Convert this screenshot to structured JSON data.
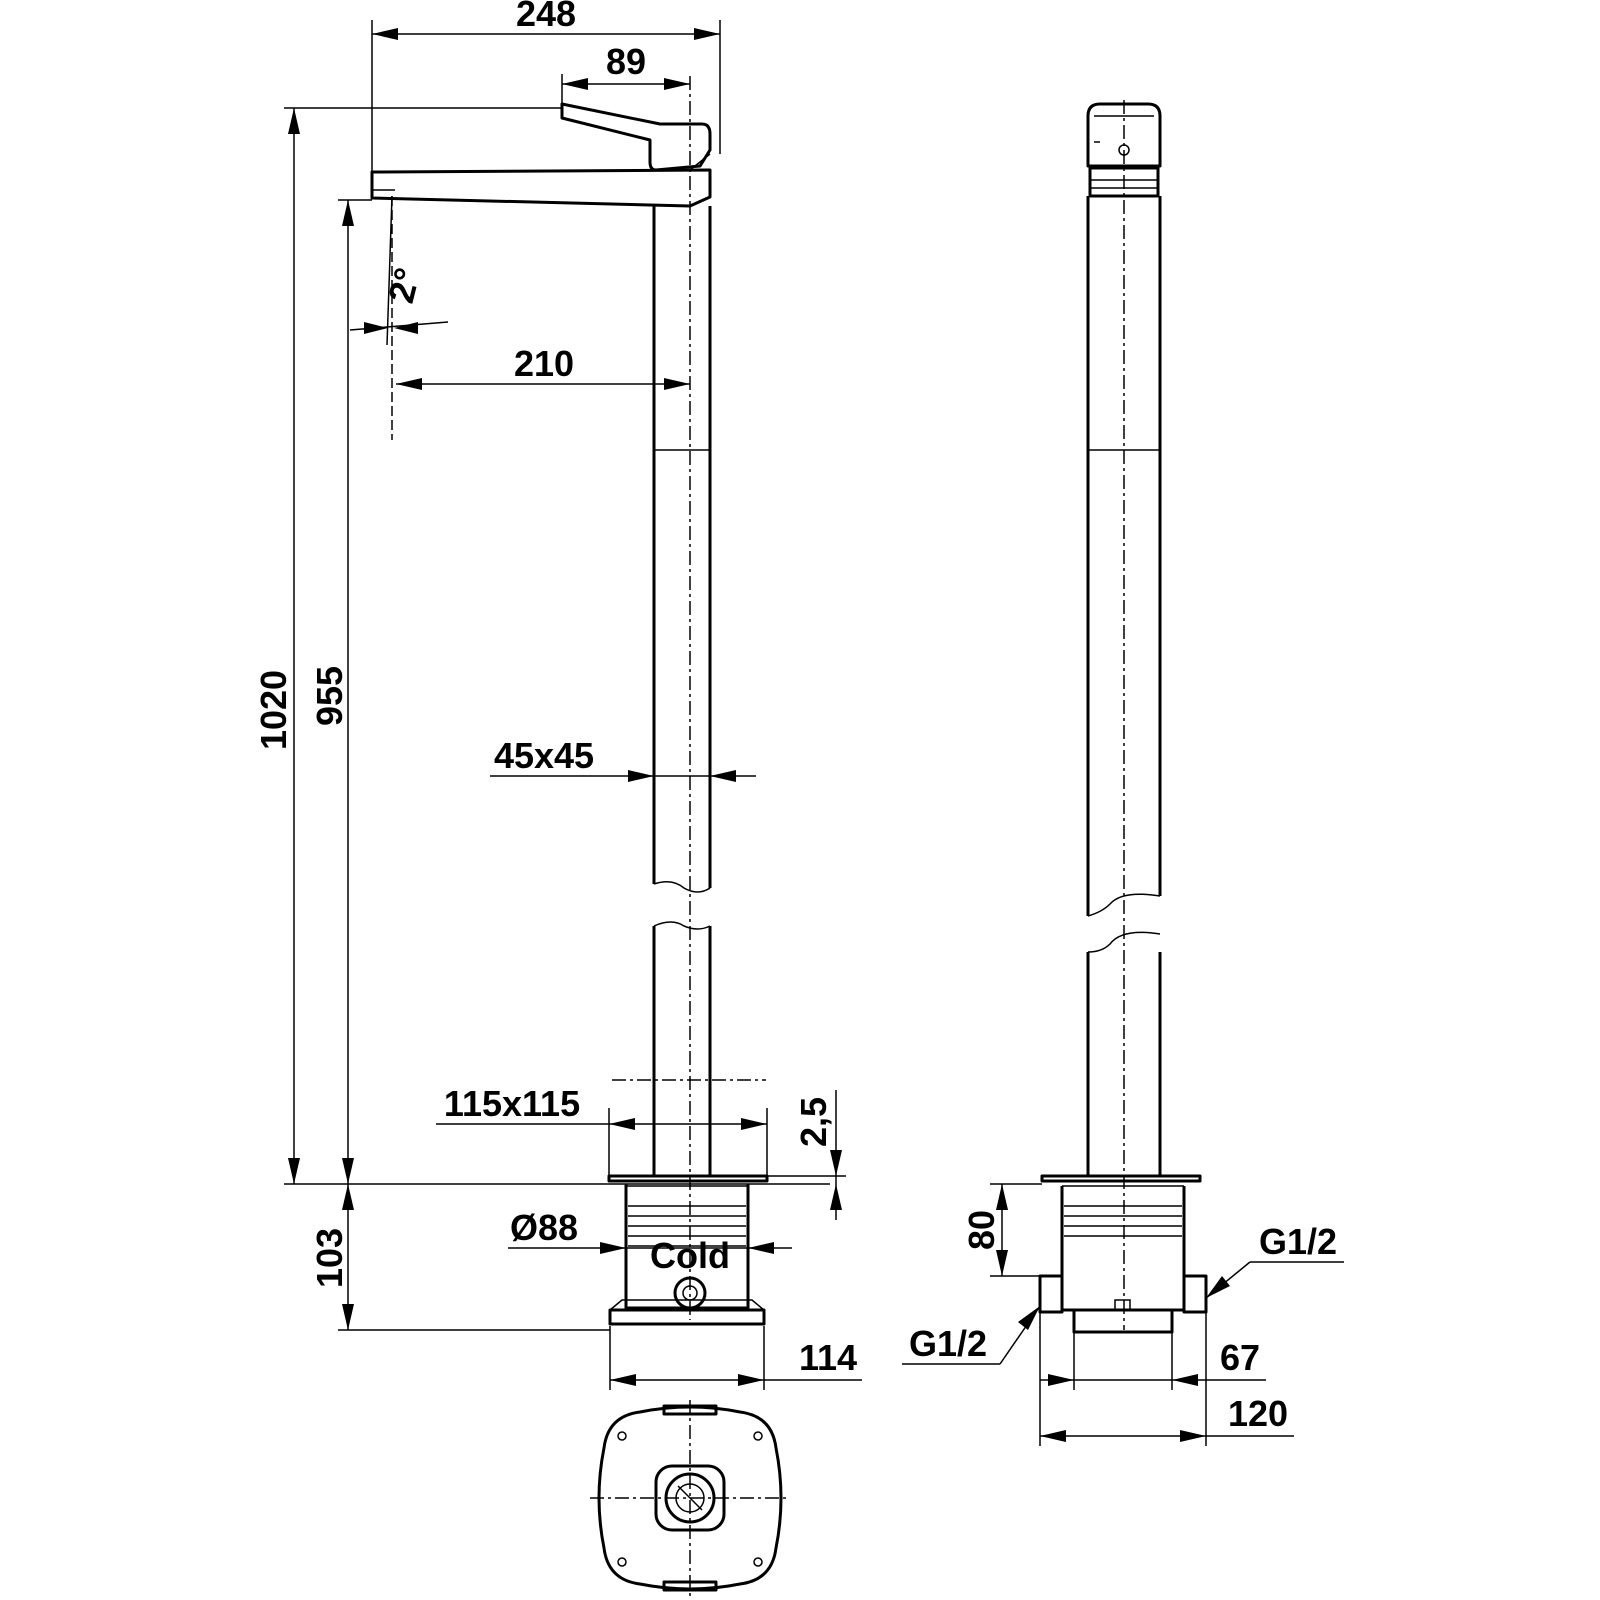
{
  "dimensions": {
    "overall_width": "248",
    "lever_width": "89",
    "spout_tilt": "2°",
    "spout_reach": "210",
    "total_height": "1020",
    "outlet_height": "955",
    "column_section": "45x45",
    "base_plate": "115x115",
    "plate_thickness": "2,5",
    "box_diameter": "Ø88",
    "box_depth": "103",
    "box_width_front": "114",
    "side_box_depth": "80",
    "inlet_right": "G1/2",
    "inlet_left": "G1/2",
    "inlet_spacing": "67",
    "box_width_side": "120"
  },
  "colors": {
    "line": "#000000",
    "background": "#ffffff"
  }
}
